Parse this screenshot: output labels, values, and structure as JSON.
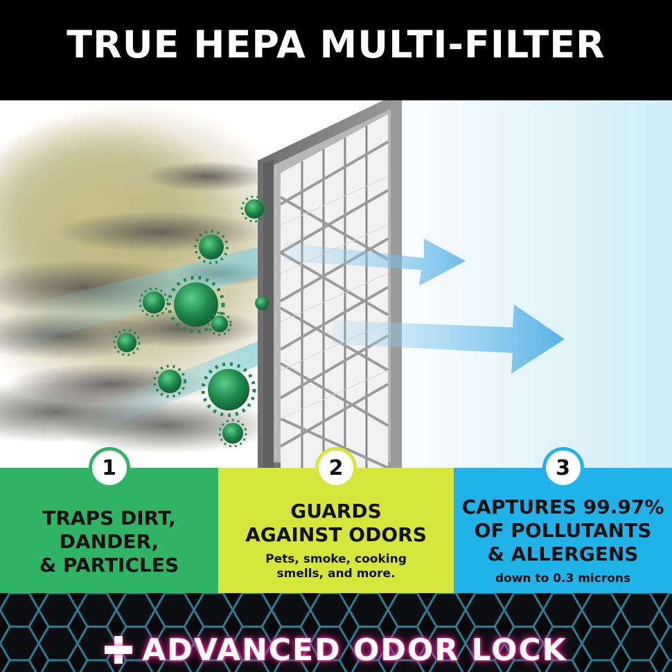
{
  "header": {
    "title": "TRUE HEPA MULTI-FILTER"
  },
  "panels": [
    {
      "number": "1",
      "title": "TRAPS DIRT,\nDANDER,\n& PARTICLES",
      "subtitle": ""
    },
    {
      "number": "2",
      "title": "GUARDS\nAGAINST ODORS",
      "subtitle": "Pets, smoke, cooking\nsmells, and more."
    },
    {
      "number": "3",
      "title": "CAPTURES 99.97%\nOF POLLUTANTS\n& ALLERGENS",
      "subtitle": "down to 0.3 microns"
    }
  ],
  "footer": {
    "text": "ADVANCED ODOR LOCK"
  },
  "colors": {
    "header_bg": "#000000",
    "panel_green": "#2eb463",
    "panel_yellow": "#d6e63a",
    "panel_blue": "#1fb3ea",
    "germ_green": "#1f8a4c",
    "arrow_blue": "#6bbfea",
    "footer_glow": "#e0218a"
  },
  "icons": {
    "plus": "plus-icon",
    "germ": "germ-icon",
    "arrow": "arrow-icon",
    "filter": "hepa-filter-illustration"
  }
}
